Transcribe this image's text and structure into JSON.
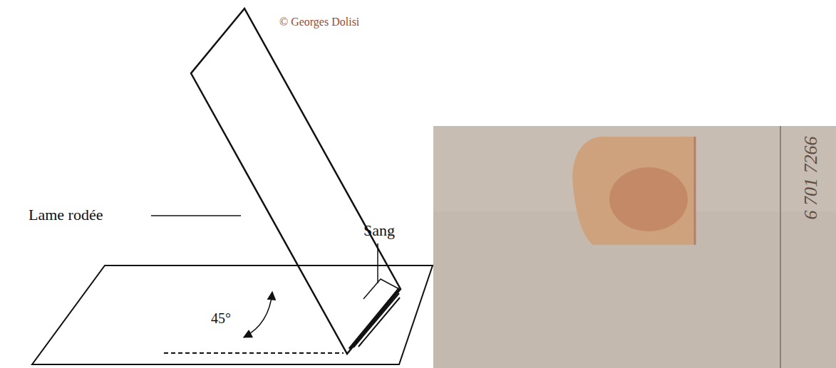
{
  "diagram": {
    "labels": [
      "© Georges Dolisi",
      "Lame rodée",
      "Sang",
      "45°",
      "6 701 7266"
    ]
  }
}
